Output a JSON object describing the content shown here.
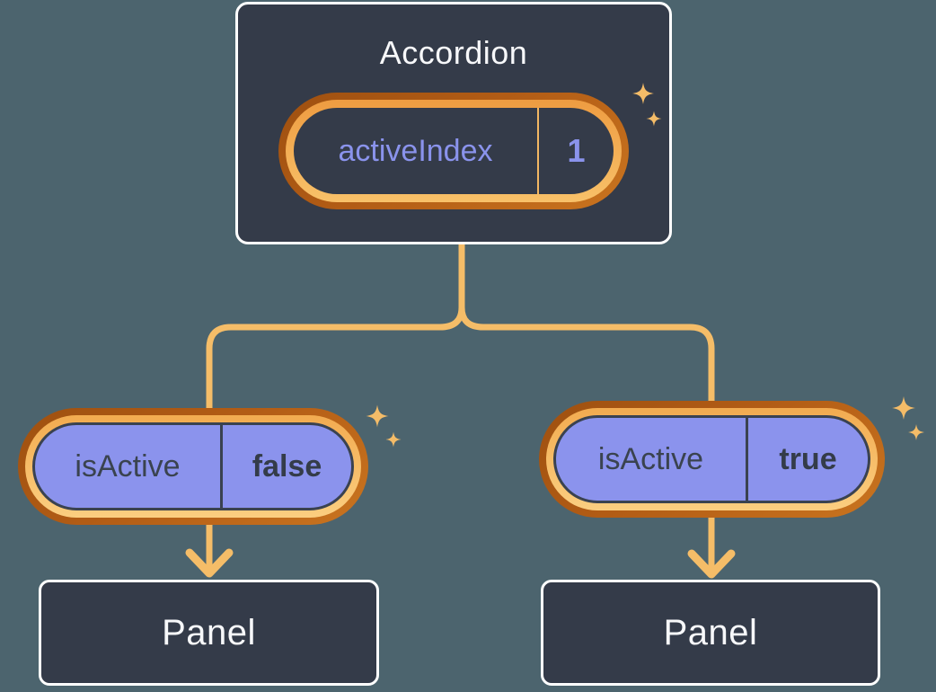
{
  "background_color": "#4C646E",
  "palette": {
    "card_bg": "#343B49",
    "card_border": "#FFFFFF",
    "ring_orange_dark": "#B25C15",
    "ring_amber": "#F5B75F",
    "connector_amber": "#F5BD68",
    "pill_purple": "#8B93ED",
    "text_light": "#F7F8FA",
    "text_periwinkle": "#8A93EC",
    "text_dark": "#3A434F"
  },
  "accordion": {
    "title": "Accordion",
    "state_pill": {
      "key": "activeIndex",
      "value": "1"
    }
  },
  "branches": [
    {
      "prop_pill": {
        "key": "isActive",
        "value": "false"
      },
      "panel_label": "Panel"
    },
    {
      "prop_pill": {
        "key": "isActive",
        "value": "true"
      },
      "panel_label": "Panel"
    }
  ]
}
